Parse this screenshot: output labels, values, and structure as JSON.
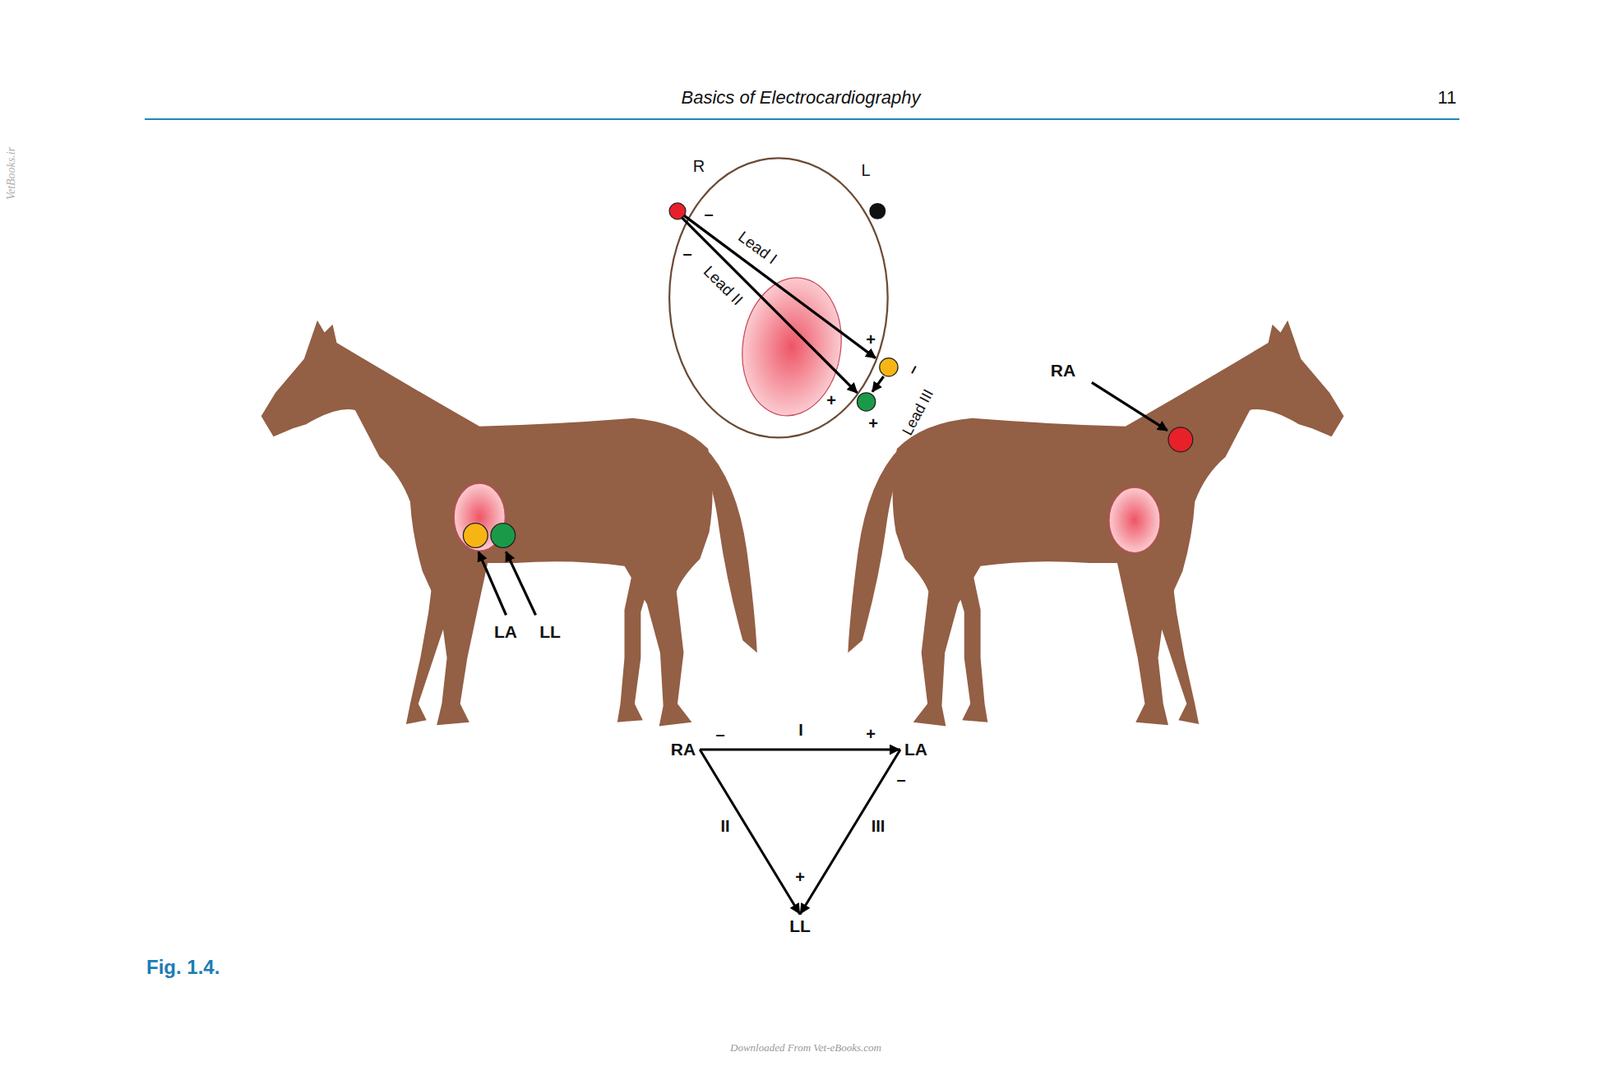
{
  "diagram": {
    "caption": "Fig. 1.4.",
    "nodes": [
      {
        "text": [
          "RA"
        ]
      },
      {
        "text": [
          "LA"
        ]
      },
      {
        "text": [
          "LL"
        ]
      }
    ],
    "edges": [
      {
        "from": 0,
        "to": 1,
        "arrow": "to",
        "label": "I"
      },
      {
        "from": 0,
        "to": 2,
        "arrow": "to",
        "label": "II"
      },
      {
        "from": 1,
        "to": 2,
        "arrow": "to",
        "label": "III"
      }
    ],
    "labels": [
      "Basics of Electrocardiography",
      "11",
      "VetBooks.ir",
      "R",
      "L",
      "–",
      "Lead I",
      "–",
      "Lead II",
      "+",
      "–",
      "+",
      "+",
      "Lead III",
      "RA",
      "LA",
      "LL",
      "–",
      "+",
      "–",
      "+",
      "Downloaded From Vet-eBooks.com"
    ]
  }
}
